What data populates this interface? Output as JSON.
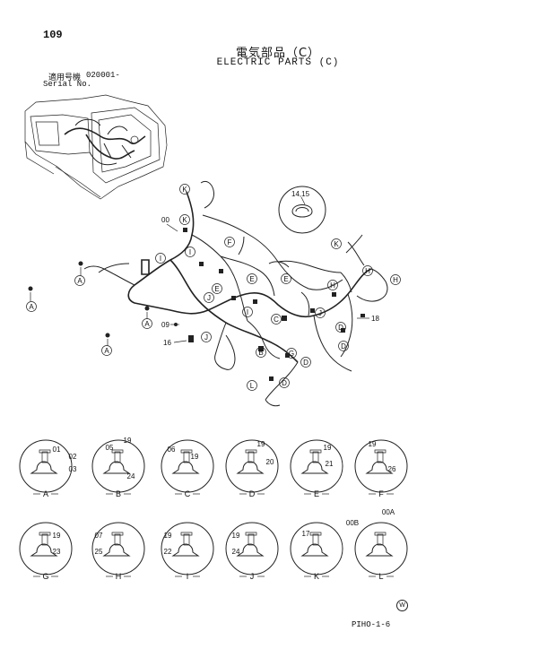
{
  "page_number": "109",
  "title_jp": "電気部品（C）",
  "title_en": "ELECTRIC PARTS (C)",
  "serial": {
    "label_jp": "適用号機",
    "value": "020001-",
    "label_en": "Serial No."
  },
  "footer_code": "PIHO-1-6",
  "footer_mark": "W",
  "main_callouts": [
    "K",
    "K",
    "K",
    "F",
    "I",
    "I",
    "E",
    "E",
    "E",
    "J",
    "J",
    "C",
    "I",
    "J",
    "B",
    "G",
    "D",
    "D",
    "D",
    "L",
    "D",
    "H",
    "H",
    "H",
    "A",
    "A",
    "A",
    "A"
  ],
  "part_numbers_main": [
    "00",
    "09",
    "16",
    "18"
  ],
  "clamp_detail_label": "14,15",
  "details": [
    {
      "letter": "A",
      "parts": [
        "01",
        "02",
        "03"
      ]
    },
    {
      "letter": "B",
      "parts": [
        "05",
        "19",
        "24"
      ]
    },
    {
      "letter": "C",
      "parts": [
        "06",
        "19"
      ]
    },
    {
      "letter": "D",
      "parts": [
        "19",
        "20"
      ]
    },
    {
      "letter": "E",
      "parts": [
        "19",
        "21"
      ]
    },
    {
      "letter": "F",
      "parts": [
        "19",
        "26"
      ]
    },
    {
      "letter": "G",
      "parts": [
        "19",
        "23"
      ]
    },
    {
      "letter": "H",
      "parts": [
        "07",
        "25"
      ]
    },
    {
      "letter": "I",
      "parts": [
        "19",
        "22"
      ]
    },
    {
      "letter": "J",
      "parts": [
        "19",
        "24"
      ]
    },
    {
      "letter": "K",
      "parts": [
        "17"
      ]
    },
    {
      "letter": "L",
      "parts": [
        "00B",
        "00A"
      ]
    }
  ]
}
